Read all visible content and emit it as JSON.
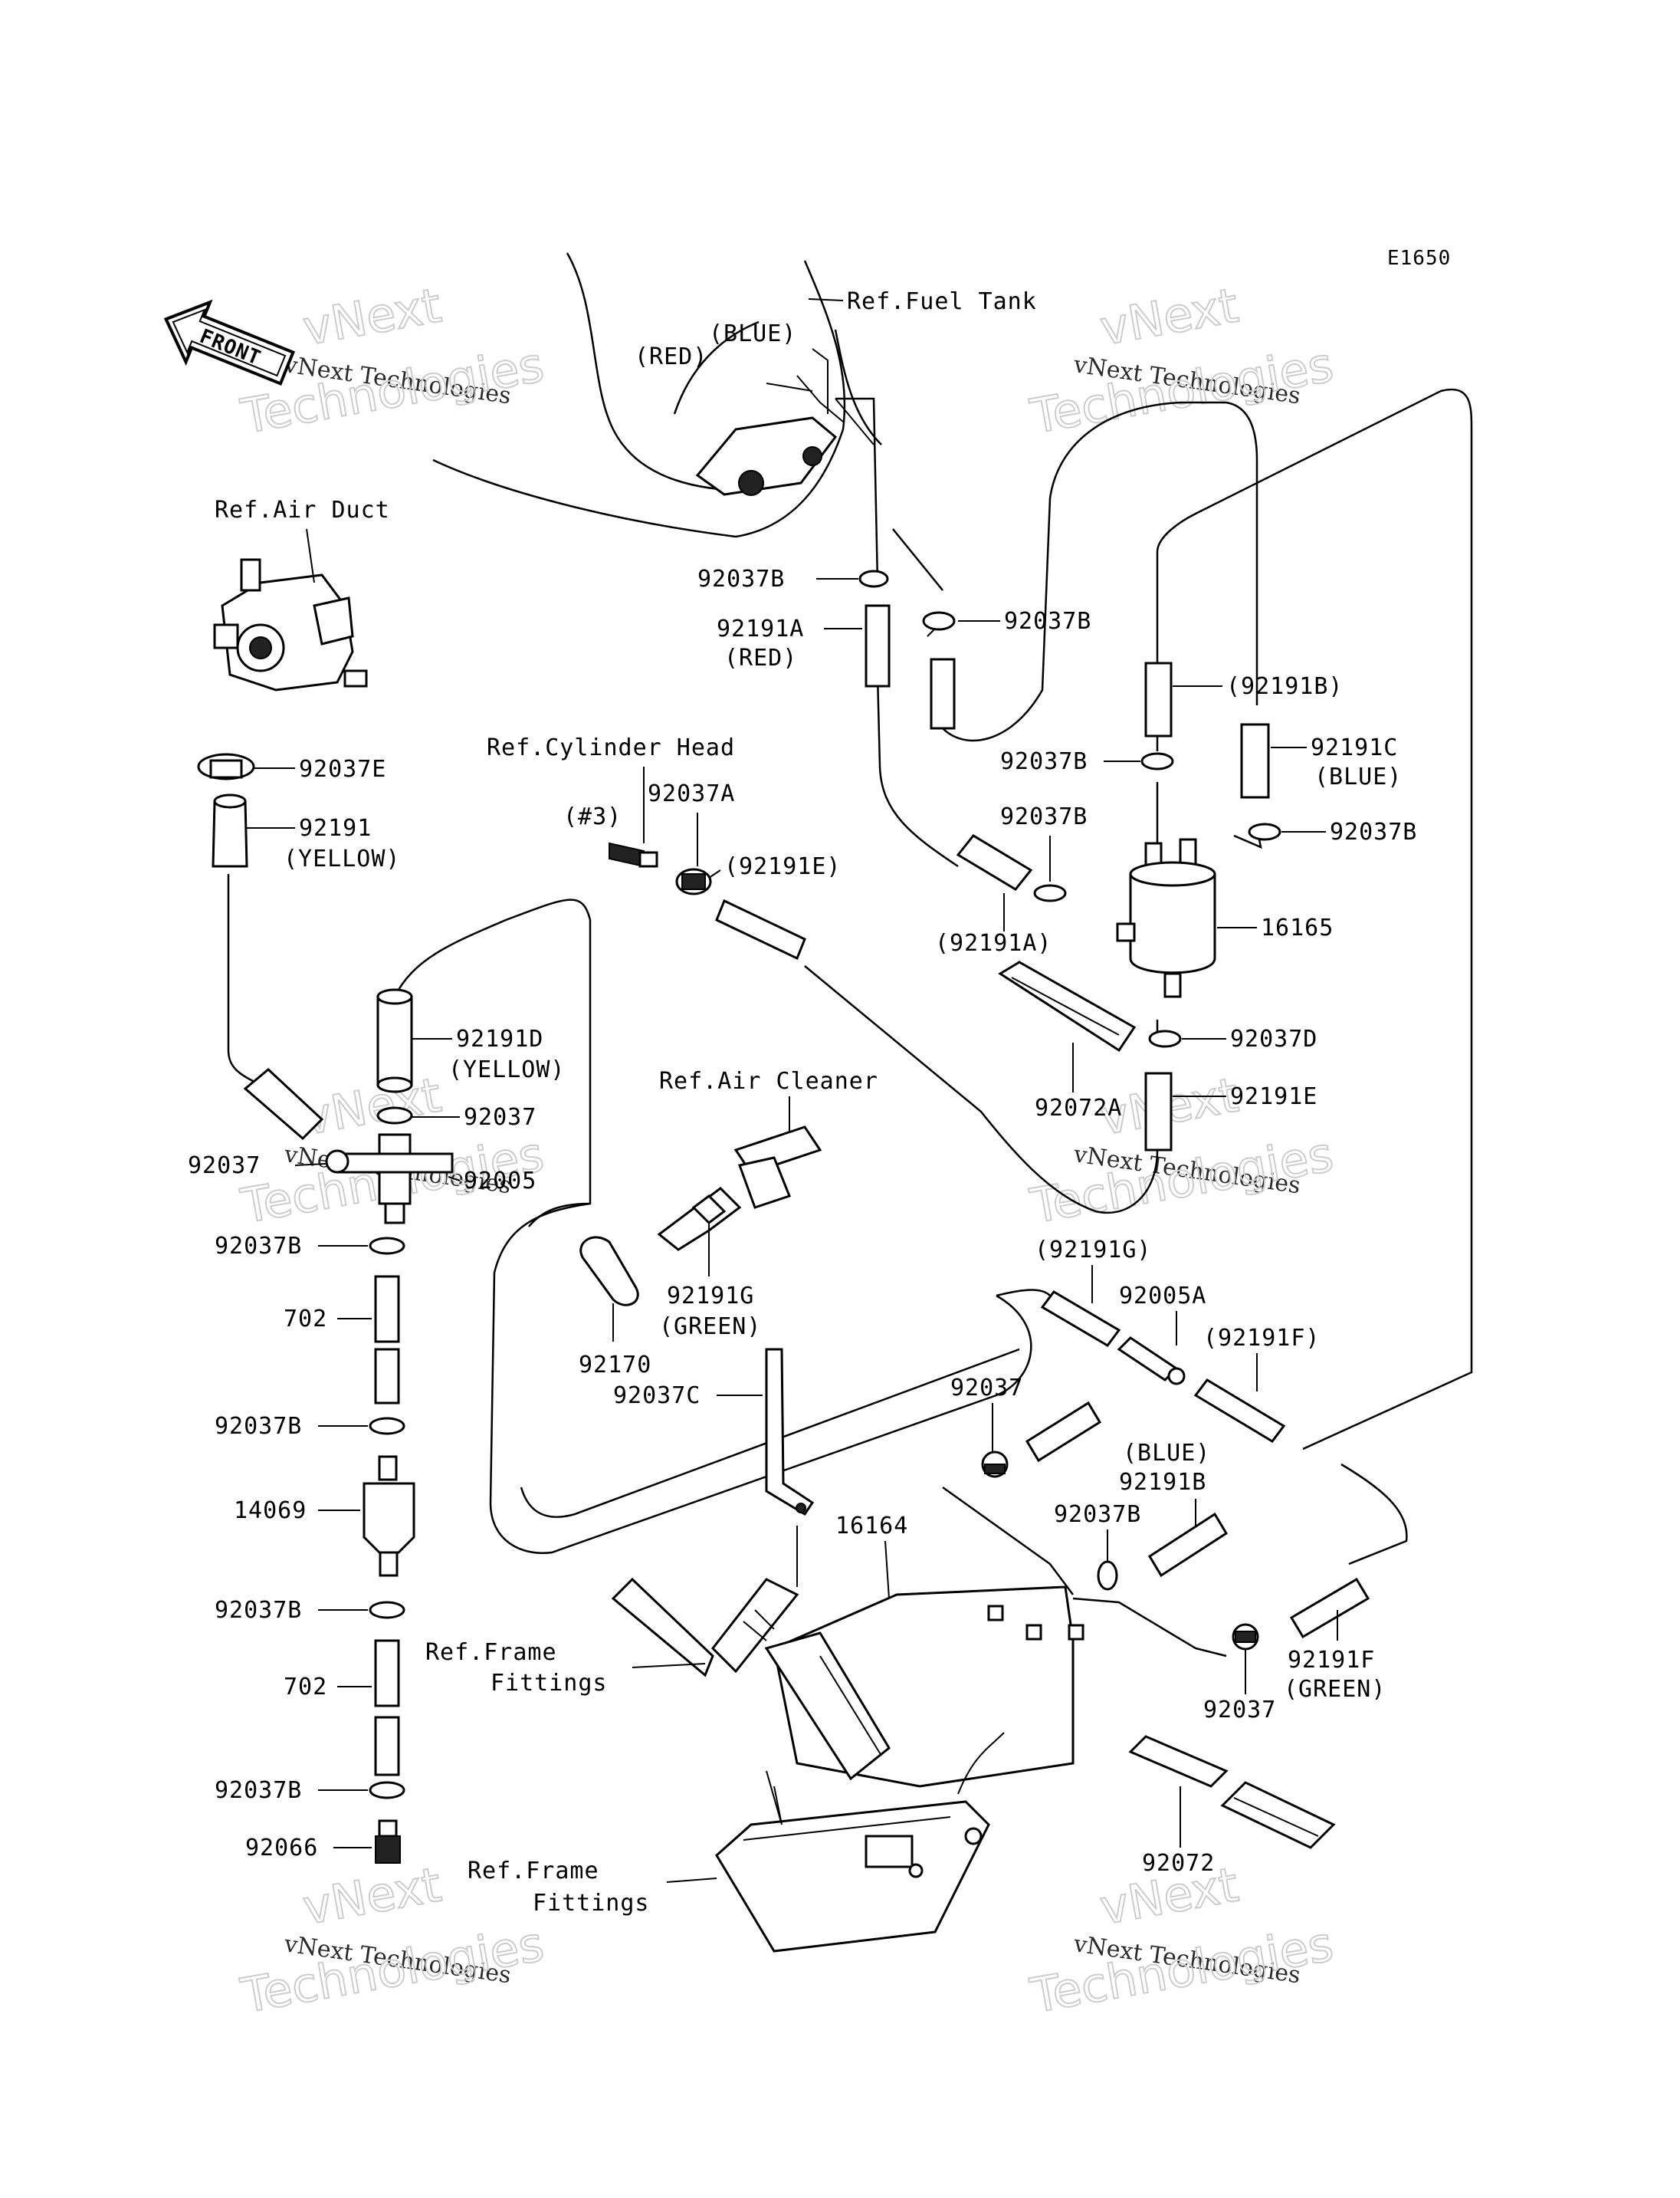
{
  "diagram_code": "E1650",
  "front_badge": "FRONT",
  "watermark": {
    "line1": "vNext",
    "line2": "vNext Technologies",
    "line3": "Technologies"
  },
  "refs": {
    "fuel_tank": "Ref.Fuel Tank",
    "air_duct": "Ref.Air Duct",
    "cylinder_head": "Ref.Cylinder Head",
    "air_cleaner": "Ref.Air Cleaner",
    "frame_fittings_1_a": "Ref.Frame",
    "frame_fittings_1_b": "Fittings",
    "frame_fittings_2_a": "Ref.Frame",
    "frame_fittings_2_b": "Fittings"
  },
  "labels": {
    "red_top": "(RED)",
    "blue_top": "(BLUE)",
    "p92037B_a": "92037B",
    "p92191A": "92191A",
    "p92191A_red": "(RED)",
    "p92037B_b": "92037B",
    "p92191B_paren": "(92191B)",
    "p92191C": "92191C",
    "p92191C_blue": "(BLUE)",
    "p92037B_c": "92037B",
    "p92037B_d": "92037B",
    "p92037B_e": "92037B",
    "p16165": "16165",
    "p92191A_paren": "(92191A)",
    "p92037D": "92037D",
    "p92072A": "92072A",
    "p92191E": "92191E",
    "p92037E": "92037E",
    "p92191": "92191",
    "p92191_yellow": "(YELLOW)",
    "p3": "(#3)",
    "p92037A": "92037A",
    "p92191E_paren": "(92191E)",
    "p92191D": "92191D",
    "p92191D_yellow": "(YELLOW)",
    "p92037_a": "92037",
    "p92037_b": "92037",
    "p92005": "92005",
    "p92037B_f": "92037B",
    "p702_a": "702",
    "p92037B_g": "92037B",
    "p14069": "14069",
    "p92037B_h": "92037B",
    "p702_b": "702",
    "p92037B_i": "92037B",
    "p92066": "92066",
    "p92191G": "92191G",
    "p92191G_green": "(GREEN)",
    "p92170": "92170",
    "p92037C": "92037C",
    "p92191G_paren": "(92191G)",
    "p92005A": "92005A",
    "p92191F_paren": "(92191F)",
    "p92037_c": "92037",
    "p92191B_blue": "(BLUE)",
    "p92191B": "92191B",
    "p92037B_j": "92037B",
    "p16164": "16164",
    "p92037_d": "92037",
    "p92191F": "92191F",
    "p92191F_green": "(GREEN)",
    "p92072": "92072"
  }
}
